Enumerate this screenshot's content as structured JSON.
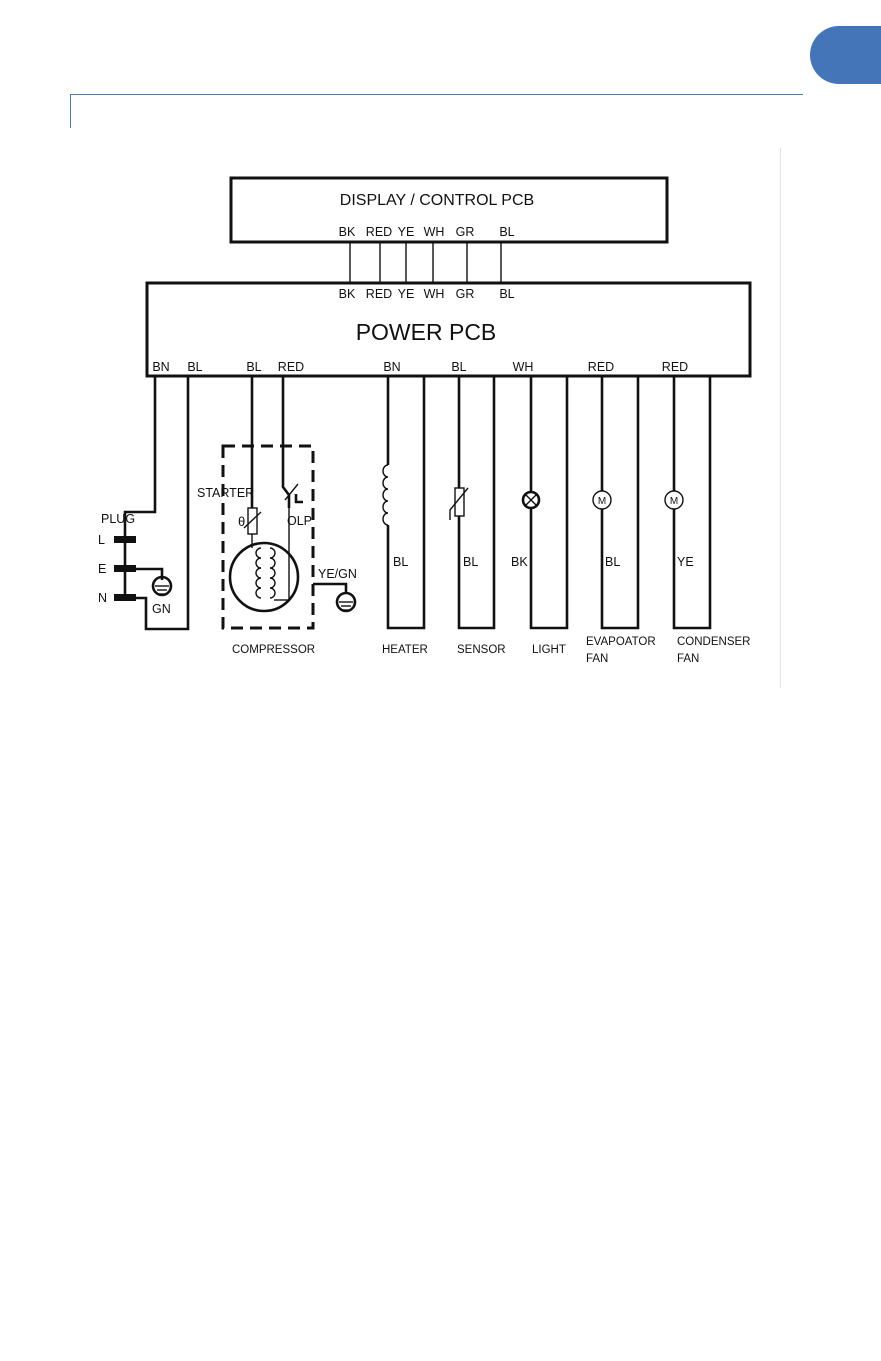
{
  "display_pcb": {
    "title": "DISPLAY / CONTROL  PCB",
    "pins_top": [
      "BK",
      "RED",
      "YE",
      "WH",
      "GR",
      "BL"
    ]
  },
  "power_pcb": {
    "title": "POWER PCB",
    "pins_top": [
      "BK",
      "RED",
      "YE",
      "WH",
      "GR",
      "BL"
    ],
    "pins_bottom": [
      "BN",
      "BL",
      "BL",
      "RED",
      "BN",
      "BL",
      "WH",
      "RED",
      "RED"
    ]
  },
  "plug": {
    "label": "PLUG",
    "terminals": [
      "L",
      "E",
      "N"
    ],
    "ground_label": "GN"
  },
  "compressor": {
    "label": "COMPRESSOR",
    "starter_label": "STARTER",
    "olp_label": "OLP",
    "ground_label": "YE/GN"
  },
  "motor_symbol": "M",
  "loads": [
    {
      "name": "HEATER",
      "return_wire": "BL"
    },
    {
      "name": "SENSOR",
      "return_wire": "BL"
    },
    {
      "name": "LIGHT",
      "return_wire": "BK"
    },
    {
      "name": "EVAPOATOR",
      "name2": "FAN",
      "return_wire": "BL"
    },
    {
      "name": "CONDENSER",
      "name2": "FAN",
      "return_wire": "YE"
    }
  ],
  "colors": {
    "line": "#111111",
    "accent": "#4575b9"
  }
}
